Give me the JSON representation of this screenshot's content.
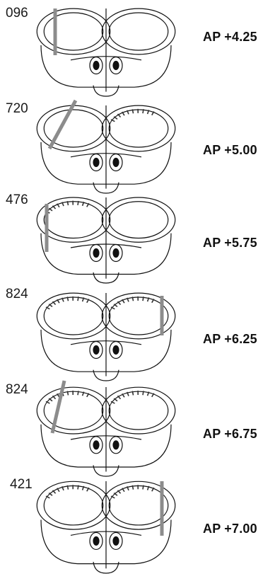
{
  "sections": [
    {
      "id": "096",
      "ap": "AP +4.25"
    },
    {
      "id": "720",
      "ap": "AP +5.00"
    },
    {
      "id": "476",
      "ap": "AP +5.75"
    },
    {
      "id": "824",
      "ap": "AP +6.25"
    },
    {
      "id": "824",
      "ap": "AP +6.75"
    },
    {
      "id": "421",
      "ap": "AP +7.00"
    }
  ],
  "colors": {
    "outline": "#111111",
    "probe": "#8c8c8c",
    "lesion": "#333333"
  }
}
